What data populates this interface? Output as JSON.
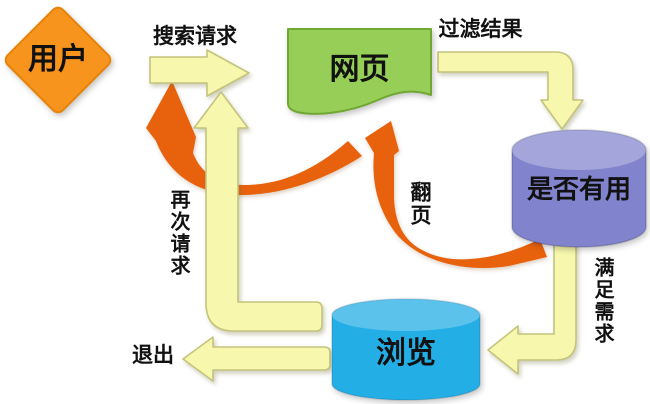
{
  "nodes": {
    "user": {
      "label": "用户",
      "shape": "diamond"
    },
    "webpage": {
      "label": "网页",
      "shape": "document"
    },
    "useful": {
      "label": "是否有用",
      "shape": "cylinder"
    },
    "browse": {
      "label": "浏览",
      "shape": "cylinder"
    }
  },
  "edges": {
    "search_request": {
      "label": "搜索请求",
      "from": "user",
      "to": "webpage"
    },
    "filter_results": {
      "label": "过滤结果",
      "from": "webpage",
      "to": "useful"
    },
    "satisfy_needs": {
      "label": "满足需求",
      "from": "useful",
      "to": "browse"
    },
    "page_turn": {
      "label": "翻页",
      "from": "useful",
      "to": "webpage"
    },
    "again_request": {
      "label": "再次请求",
      "from": "browse",
      "to": "user"
    },
    "exit": {
      "label": "退出",
      "from": "browse",
      "to": "exit"
    }
  },
  "colors": {
    "background": "#ffffff",
    "user_node": "#F7941E",
    "user_border": "#E8830A",
    "webpage_node": "#97CE58",
    "webpage_border": "#6FA832",
    "useful_node": "#8183CD",
    "browse_node": "#24AEE6",
    "arrow_fill": "#F7F7AD",
    "arrow_border": "#C4C47C",
    "swoosh": "#E8610C",
    "text": "#111111"
  }
}
